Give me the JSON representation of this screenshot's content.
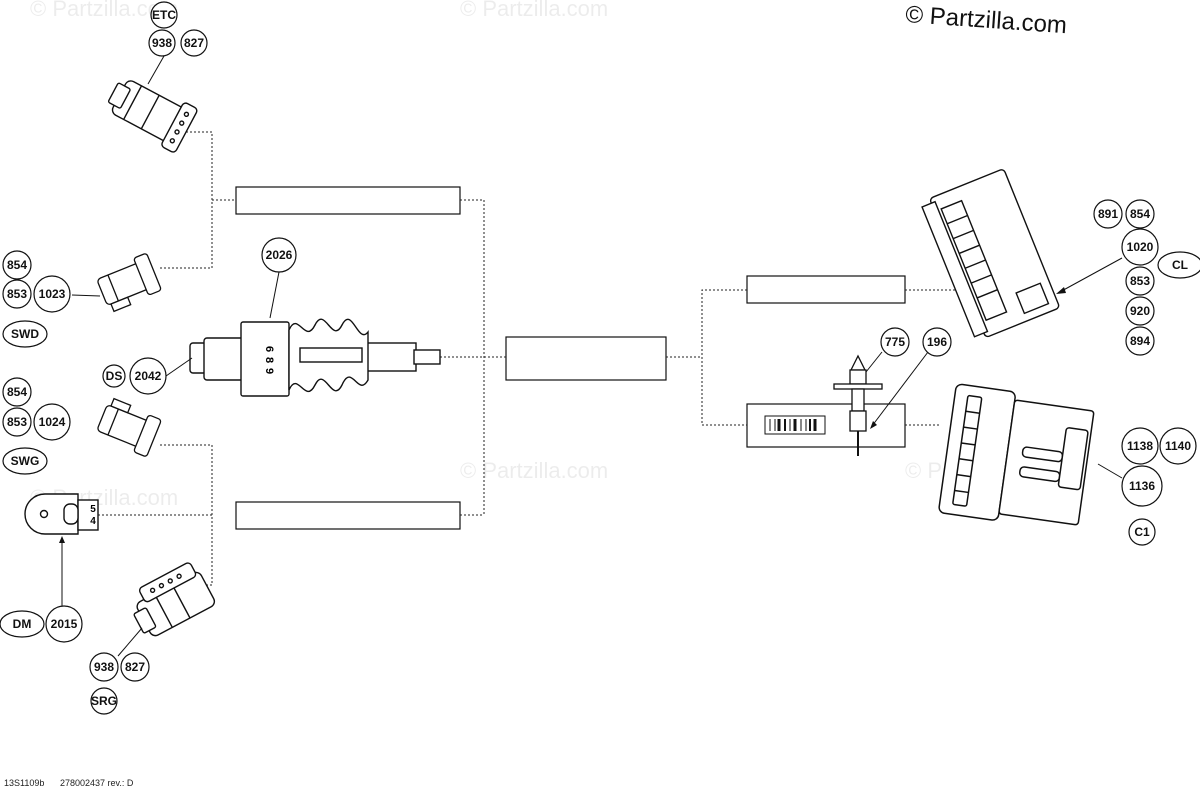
{
  "watermarks": {
    "main": "© Partzilla.com",
    "faint": "© Partzilla.com"
  },
  "footer": {
    "drawing_code": "13S1109b",
    "part_rev": "278002437 rev.: D"
  },
  "connector_rows": {
    "rows": [
      {
        "name": "etc",
        "label": "ETC",
        "numbers": [
          "938",
          "827"
        ]
      },
      {
        "name": "swd",
        "label": "SWD",
        "numbers": [
          "854",
          "853",
          "1023"
        ]
      },
      {
        "name": "swg",
        "label": "SWG",
        "numbers": [
          "854",
          "853",
          "1024"
        ]
      },
      {
        "name": "srg",
        "label": "SRG",
        "numbers": [
          "938",
          "827"
        ]
      }
    ]
  },
  "callouts": {
    "sensor": {
      "part": "2026",
      "pins": [
        "6",
        "8",
        "9"
      ]
    },
    "ds": {
      "label": "DS",
      "part": "2042"
    },
    "dm": {
      "label": "DM",
      "part": "2015",
      "pins": [
        "5",
        "4"
      ]
    },
    "cl": {
      "label": "CL",
      "numbers": [
        "891",
        "854",
        "1020",
        "853",
        "920",
        "894"
      ]
    },
    "fuse": {
      "numbers": [
        "775",
        "196"
      ]
    },
    "c1": {
      "label": "C1",
      "numbers": [
        "1138",
        "1140",
        "1136"
      ]
    }
  }
}
